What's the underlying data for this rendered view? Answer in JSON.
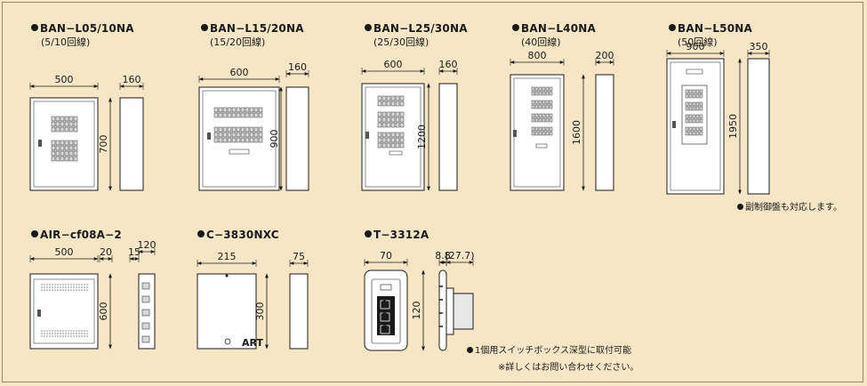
{
  "models": [
    {
      "title": "BAN−L05/10NA",
      "circuits": "(5/10回線)",
      "width": "500",
      "depth": "160",
      "height": "700"
    },
    {
      "title": "BAN−L15/20NA",
      "circuits": "(15/20回線)",
      "width": "600",
      "depth": "160",
      "height": "900"
    },
    {
      "title": "BAN−L25/30NA",
      "circuits": "(25/30回線)",
      "width": "600",
      "depth": "160",
      "height": "1200"
    },
    {
      "title": "BAN−L40NA",
      "circuits": "(40回線)",
      "width": "800",
      "depth": "200",
      "height": "1600"
    },
    {
      "title": "BAN−L50NA",
      "circuits": "(50回線)",
      "width": "900",
      "depth": "350",
      "height": "1950"
    },
    {
      "title": "AIR−cf08A−2",
      "circuits": "",
      "width": "500",
      "depth": "120",
      "height": "600",
      "extra1": "20",
      "extra2": "15"
    },
    {
      "title": "C−3830NXC",
      "circuits": "",
      "width": "215",
      "depth": "75",
      "height": "300"
    },
    {
      "title": "T−3312A",
      "circuits": "",
      "width": "70",
      "depth": "8.8",
      "height": "120",
      "extra1": "(27.7)",
      "buttons": [
        "1",
        "2",
        "3"
      ]
    }
  ],
  "notes": {
    "sub_panel": "副制御盤も対応します。",
    "switch_box": "1個用スイッチボックス深型に取付可能",
    "inquiry": "※詳しくはお問い合わせください。"
  },
  "logo_text": "ART",
  "colors": {
    "background": "#f6e6c5",
    "line": "#1a1a1a",
    "panel": "#ffffff"
  }
}
